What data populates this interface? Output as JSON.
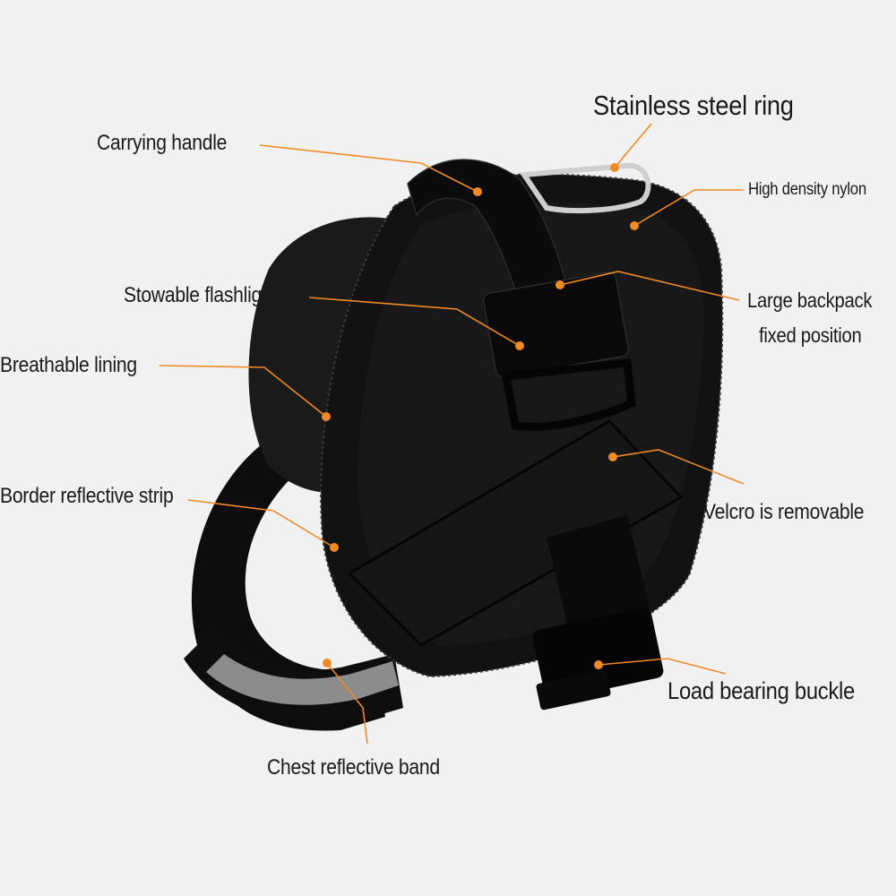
{
  "colors": {
    "background": "#f1f1f1",
    "leader": "#f08a24",
    "harness": "#111111",
    "reflective": "#8c8c8c",
    "text": "#1a1a1a"
  },
  "labels": {
    "stainless_steel_ring": "Stainless steel ring",
    "carrying_handle": "Carrying handle",
    "high_density_nylon": "High density nylon",
    "stowable_flashlight": "Stowable flashlight",
    "large_backpack_line1": "Large backpack",
    "large_backpack_line2": "fixed position",
    "breathable_lining": "Breathable lining",
    "border_reflective_strip": "Border reflective strip",
    "velcro_removable": "Velcro is removable",
    "load_bearing_buckle": "Load bearing buckle",
    "chest_reflective_band": "Chest reflective band"
  }
}
